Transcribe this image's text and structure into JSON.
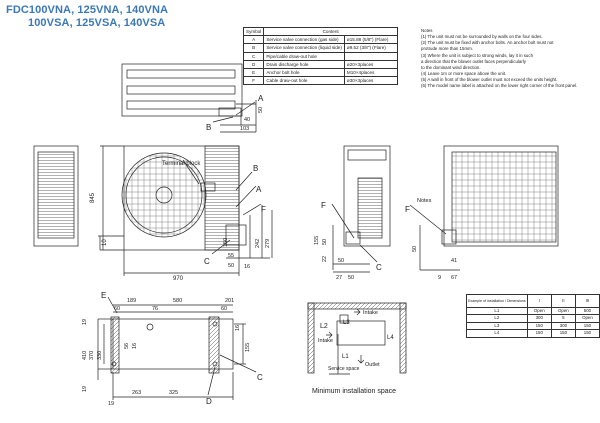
{
  "models": {
    "line1": "FDC100VNA, 125VNA, 140VNA",
    "line2": "100VSA, 125VSA, 140VSA"
  },
  "symbol_table": {
    "headers": [
      "Symbol",
      "Content",
      ""
    ],
    "rows": [
      {
        "symbol": "A",
        "content": "Service valve connection (gas side)",
        "value": "ø15.88 (5/8\") (Flare)"
      },
      {
        "symbol": "B",
        "content": "Service valve connection (liquid side)",
        "value": "ø9.52 (3/8\") (Flare)"
      },
      {
        "symbol": "C",
        "content": "Pipe/cable draw-out hole",
        "value": ""
      },
      {
        "symbol": "D",
        "content": "Drain discharge hole",
        "value": "ø20×3places"
      },
      {
        "symbol": "E",
        "content": "Anchor bolt hole",
        "value": "M10×4places"
      },
      {
        "symbol": "F",
        "content": "Cable draw-out hole",
        "value": "ø30×3places"
      }
    ]
  },
  "notes": {
    "title": "Notes",
    "lines": [
      "(1) The unit must not be surrounded by walls on the four sides.",
      "(2) The unit must be fixed with anchor bolts. An anchor bolt must not",
      "     protrude more than 15mm.",
      "(3) Where the unit is subject to strong winds, lay it in such",
      "     a direction that the blower outlet faces perpendicularly",
      "     to the dominant wind direction.",
      "(4) Leave 1m or more space above the unit.",
      "(5) A wall in front of the blower outlet must not exceed the units height.",
      "(6) The model name label is attached on the lower right corner of the front panel."
    ]
  },
  "labels": {
    "terminal_block": "Terminal block",
    "notes_label": "Notes",
    "sym_a": "A",
    "sym_b": "B",
    "sym_c": "C",
    "sym_d": "D",
    "sym_e": "E",
    "sym_f": "F",
    "intake": "Intake",
    "outlet": "Outlet",
    "service_space": "Service space",
    "l1": "L1",
    "l2": "L2",
    "l3": "L3",
    "l4": "L4",
    "caption": "Minimum installation space"
  },
  "dimensions": {
    "top_view": [
      "40",
      "103",
      "50"
    ],
    "front_width": "970",
    "front_height": "845",
    "front_small": [
      "10"
    ],
    "front_bottom": [
      "150",
      "50",
      "16",
      "55",
      "242",
      "279"
    ],
    "side_view": [
      "155",
      "50",
      "50",
      "22"
    ],
    "side_bottom": [
      "27",
      "50"
    ],
    "rear_view": [
      "50",
      "41",
      "67",
      "9"
    ],
    "base_top": [
      "189",
      "580",
      "201",
      "60",
      "76",
      "60"
    ],
    "base_left": [
      "19",
      "410",
      "370",
      "330",
      "19"
    ],
    "base_mid": [
      "56",
      "16"
    ],
    "base_right": [
      "16",
      "155"
    ],
    "base_bottom": [
      "263",
      "325",
      "19"
    ]
  },
  "space_table": {
    "corner": "Example of installation / Dimensions",
    "columns": [
      "I",
      "II",
      "III"
    ],
    "rows": [
      {
        "name": "L1",
        "values": [
          "Open",
          "Open",
          "500"
        ]
      },
      {
        "name": "L2",
        "values": [
          "300",
          "5",
          "Open"
        ]
      },
      {
        "name": "L3",
        "values": [
          "150",
          "300",
          "150"
        ]
      },
      {
        "name": "L4",
        "values": [
          "150",
          "150",
          "150"
        ]
      }
    ]
  }
}
